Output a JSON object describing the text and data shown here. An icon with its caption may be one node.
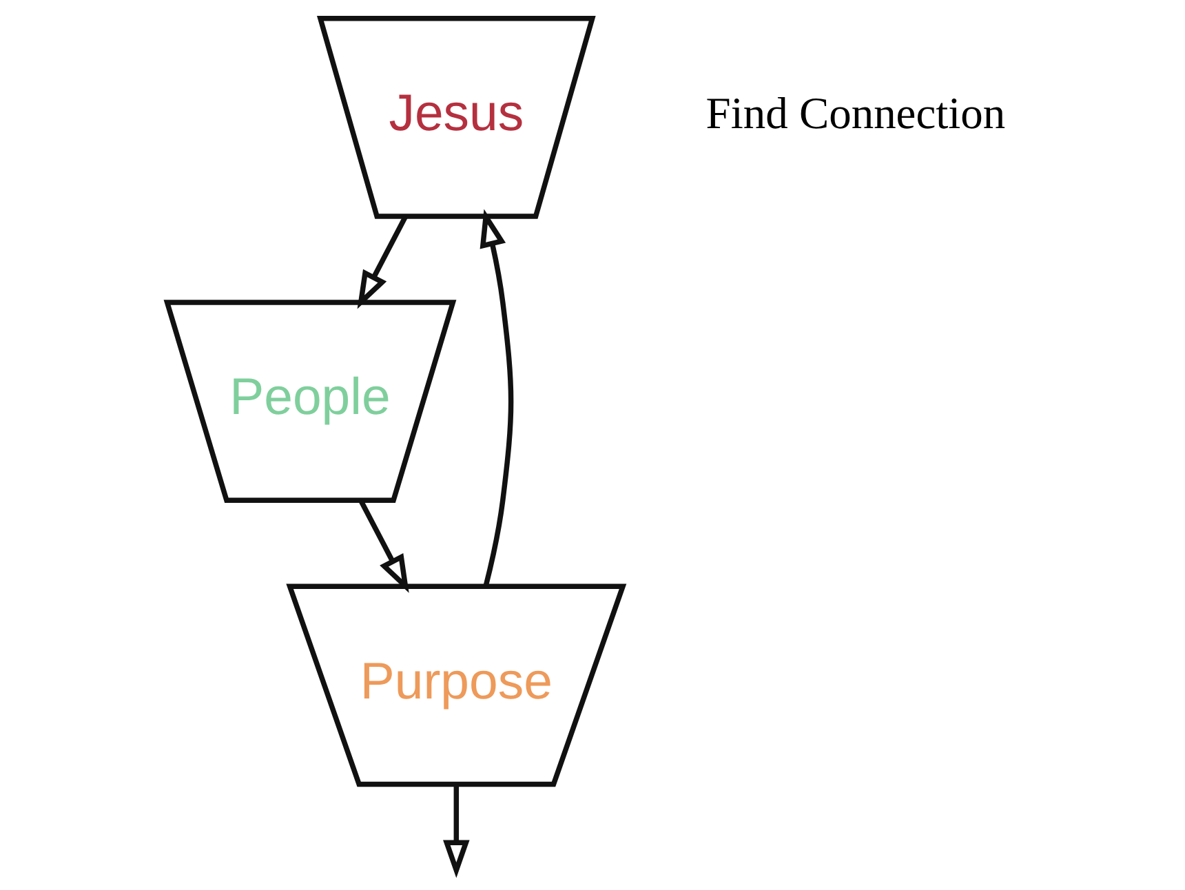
{
  "diagram": {
    "nodes": [
      {
        "text": [
          "Jesus"
        ]
      },
      {
        "text": [
          "People"
        ]
      },
      {
        "text": [
          "Purpose"
        ]
      }
    ],
    "edges": [
      {
        "from": 0,
        "to": 1,
        "arrow": "to"
      },
      {
        "from": 1,
        "to": 2,
        "arrow": "to"
      },
      {
        "from": 2,
        "to": 0,
        "arrow": "to"
      },
      {
        "from": 2,
        "to": null,
        "arrow": "to"
      }
    ],
    "labels": [
      "Find Connection"
    ]
  }
}
